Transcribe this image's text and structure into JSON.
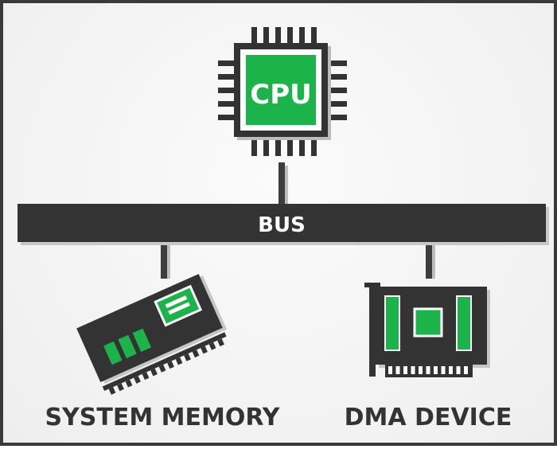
{
  "cpu": {
    "label": "CPU",
    "icon": "cpu-chip-icon"
  },
  "bus": {
    "label": "BUS"
  },
  "memory": {
    "label": "SYSTEM MEMORY",
    "icon": "ram-module-icon"
  },
  "dma": {
    "label": "DMA DEVICE",
    "icon": "expansion-card-icon"
  },
  "colors": {
    "accent": "#1db34b",
    "dark": "#333333",
    "connector": "#3d3d3d",
    "shadow": "#bdbdbd",
    "light": "#ffffff"
  }
}
